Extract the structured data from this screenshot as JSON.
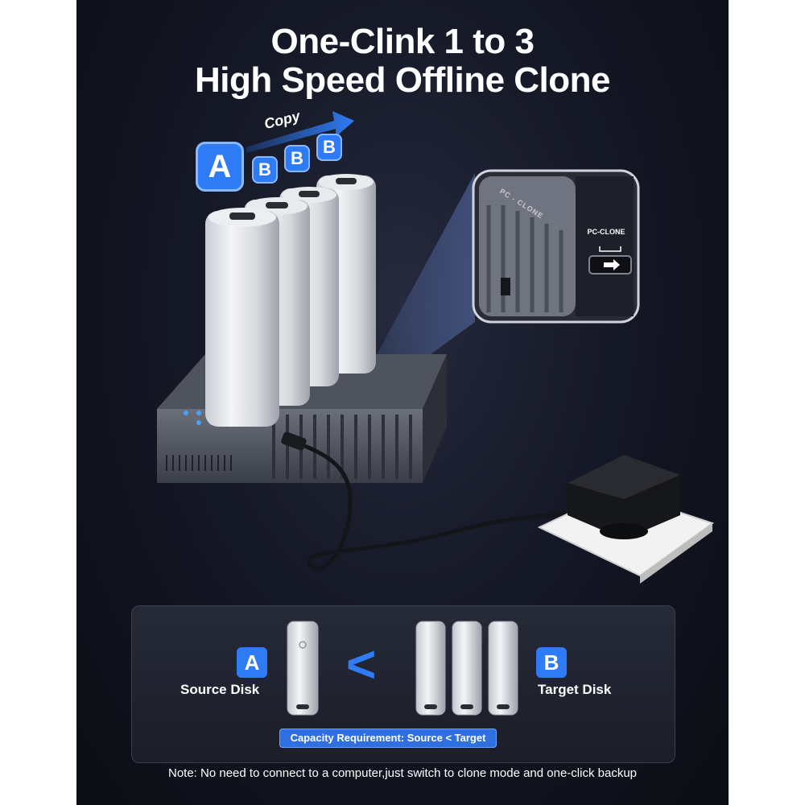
{
  "header": {
    "title_line1": "One-Clink 1 to 3",
    "title_line2": "High Speed Offline Clone"
  },
  "diagram": {
    "copy_label": "Copy",
    "source_letter": "A",
    "target_letters": [
      "B",
      "B",
      "B"
    ],
    "switch_label": "PC-CLONE",
    "switch_side_label": "PC - CLONE",
    "accent_color": "#2f7bf5"
  },
  "comparison": {
    "source_letter": "A",
    "source_label": "Source Disk",
    "target_letter": "B",
    "target_label": "Target Disk",
    "operator": "<",
    "capacity_note": "Capacity Requirement: Source < Target"
  },
  "footer": {
    "note": "Note: No need to connect to a computer,just switch to clone mode and one-click backup"
  },
  "icons": [
    "copy-arrow-icon",
    "switch-arrow-icon",
    "power-adapter-icon",
    "wall-socket-icon",
    "logo-icon"
  ]
}
